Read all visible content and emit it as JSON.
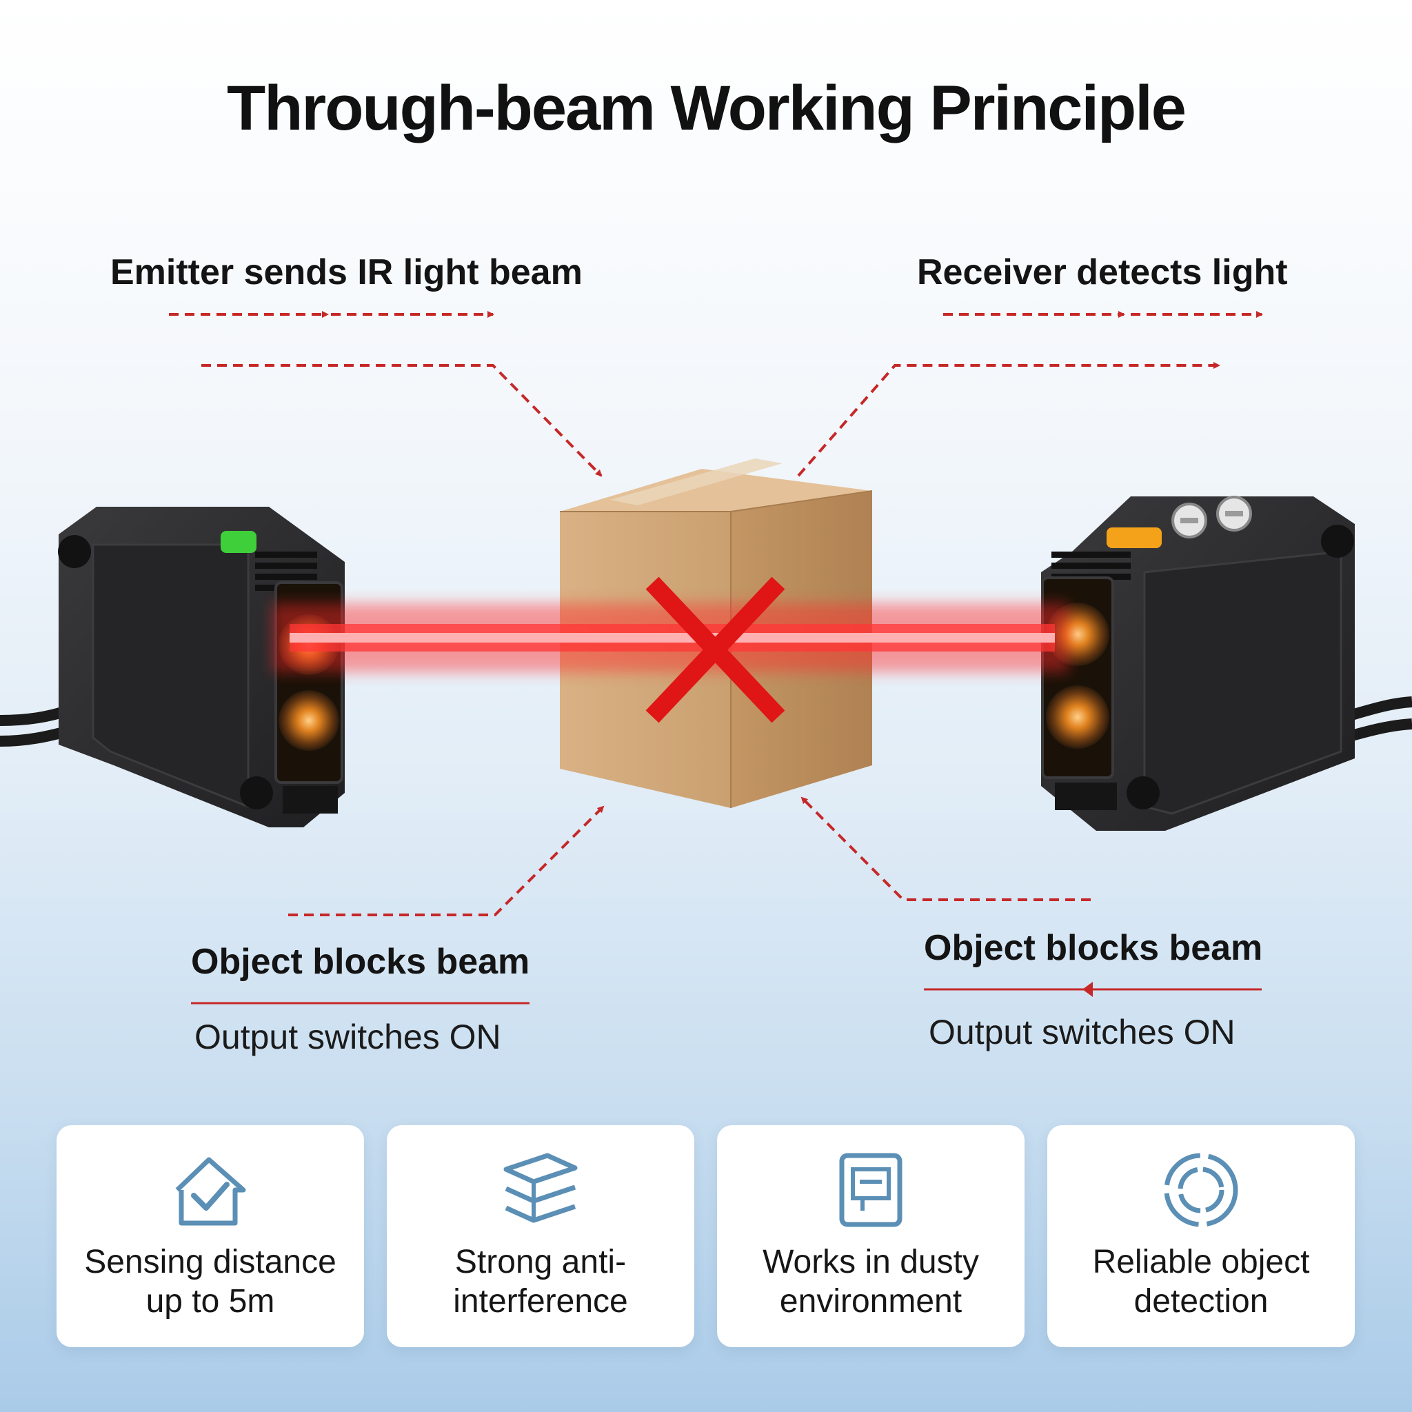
{
  "title": "Through-beam Working Principle",
  "labels": {
    "emitter": "Emitter sends IR light beam",
    "receiver": "Receiver detects light",
    "left_block": "Object blocks beam",
    "left_output": "Output switches ON",
    "right_block": "Object blocks beam",
    "right_output": "Output switches ON"
  },
  "features": [
    {
      "text": "Sensing distance up to 5m",
      "icon": "house-check-icon"
    },
    {
      "text": "Strong anti-interference",
      "icon": "layers-icon"
    },
    {
      "text": "Works in dusty environment",
      "icon": "document-icon"
    },
    {
      "text": "Reliable object detection",
      "icon": "target-ring-icon"
    }
  ],
  "colors": {
    "beam": "#ff2a2a",
    "arrow": "#c62828",
    "x_mark": "#e01515",
    "sensor_body": "#2b2b2d",
    "indicator_green": "#3fcf3a",
    "indicator_orange": "#f5a21b",
    "box": "#d2a87a",
    "icon": "#5b8fb5"
  }
}
